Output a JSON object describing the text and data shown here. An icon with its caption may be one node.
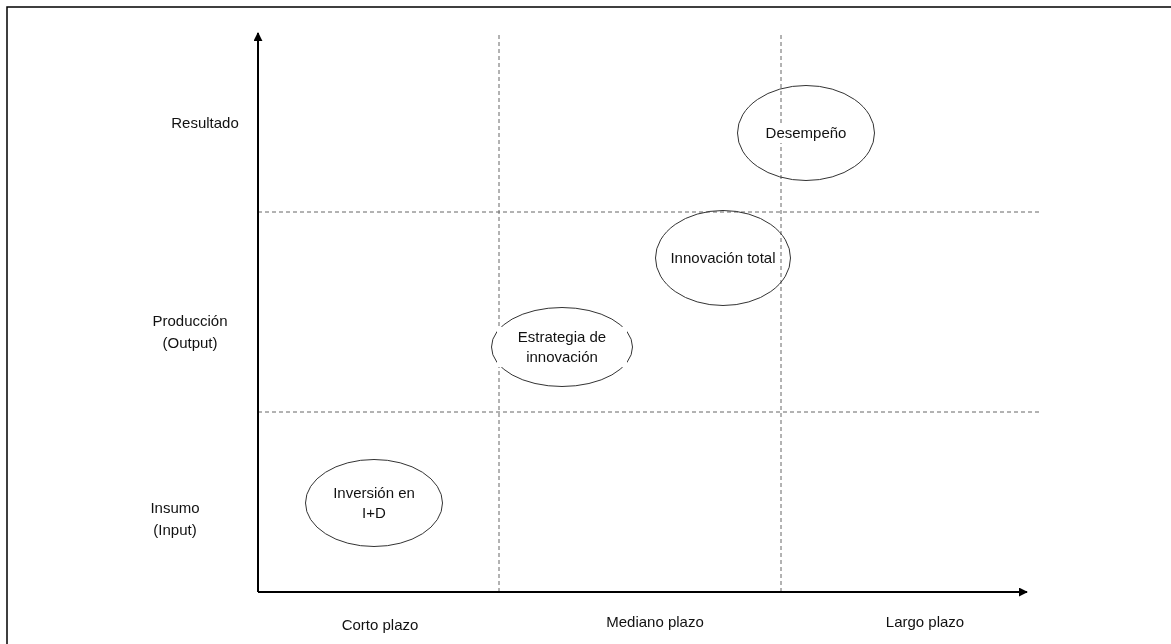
{
  "diagram": {
    "nodes": [
      {
        "text": [
          "Desempeño"
        ]
      },
      {
        "text": [
          "Innovación total"
        ]
      },
      {
        "text": [
          "Estrategia de innovación"
        ]
      },
      {
        "text": [
          "Inversión en I+D"
        ]
      }
    ],
    "labels": [
      "Resultado",
      "Producción (Output)",
      "Insumo (Input)",
      "Corto plazo",
      "Mediano plazo",
      "Largo plazo"
    ]
  }
}
